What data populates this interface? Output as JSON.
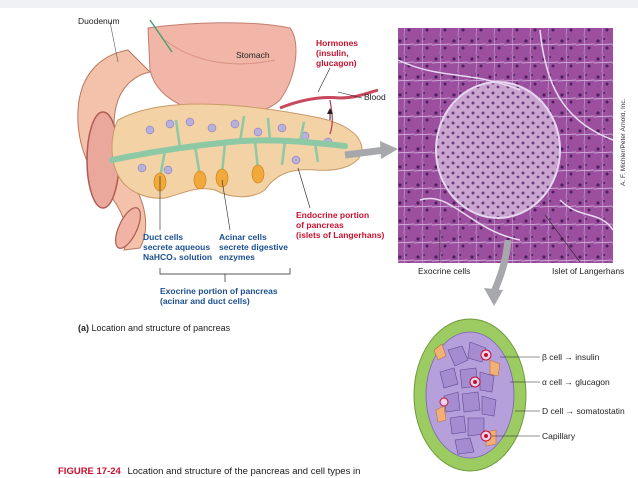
{
  "labels": {
    "duodenum": "Duodenum",
    "stomach": "Stomach",
    "hormones": "Hormones\n(insulin,\nglucagon)",
    "blood": "Blood",
    "duct_cells": "Duct cells\nsecrete aqueous\nNaHCO₃ solution",
    "acinar_cells": "Acinar cells\nsecrete digestive\nenzymes",
    "endocrine_portion": "Endocrine portion\nof pancreas\n(islets of Langerhans)",
    "exocrine_portion": "Exocrine portion of pancreas\n(acinar and duct cells)",
    "exocrine_cells": "Exocrine cells",
    "islet_of_langerhans": "Islet of Langerhans",
    "beta_cell": "β cell → insulin",
    "alpha_cell": "α cell → glucagon",
    "d_cell": "D cell → somatostatin",
    "capillary": "Capillary"
  },
  "caption": {
    "part": "(a)",
    "text": "Location and structure of pancreas"
  },
  "photo_credit": "A. F. Michler/Peter Arnold, Inc.",
  "figure_title": {
    "number": "FIGURE 17-24",
    "text": "Location and structure of the pancreas and cell types in"
  },
  "colors": {
    "endocrine_label": "#c8102e",
    "exocrine_label": "#1c4f8f",
    "pancreas_tissue": "#f3d2a6",
    "duct": "#8dc9a4",
    "tissue_stain": "#a45ca8",
    "alpha_cell": "#a58bd0",
    "d_cell": "#f2b079",
    "outer_cell": "#9ccb62"
  }
}
